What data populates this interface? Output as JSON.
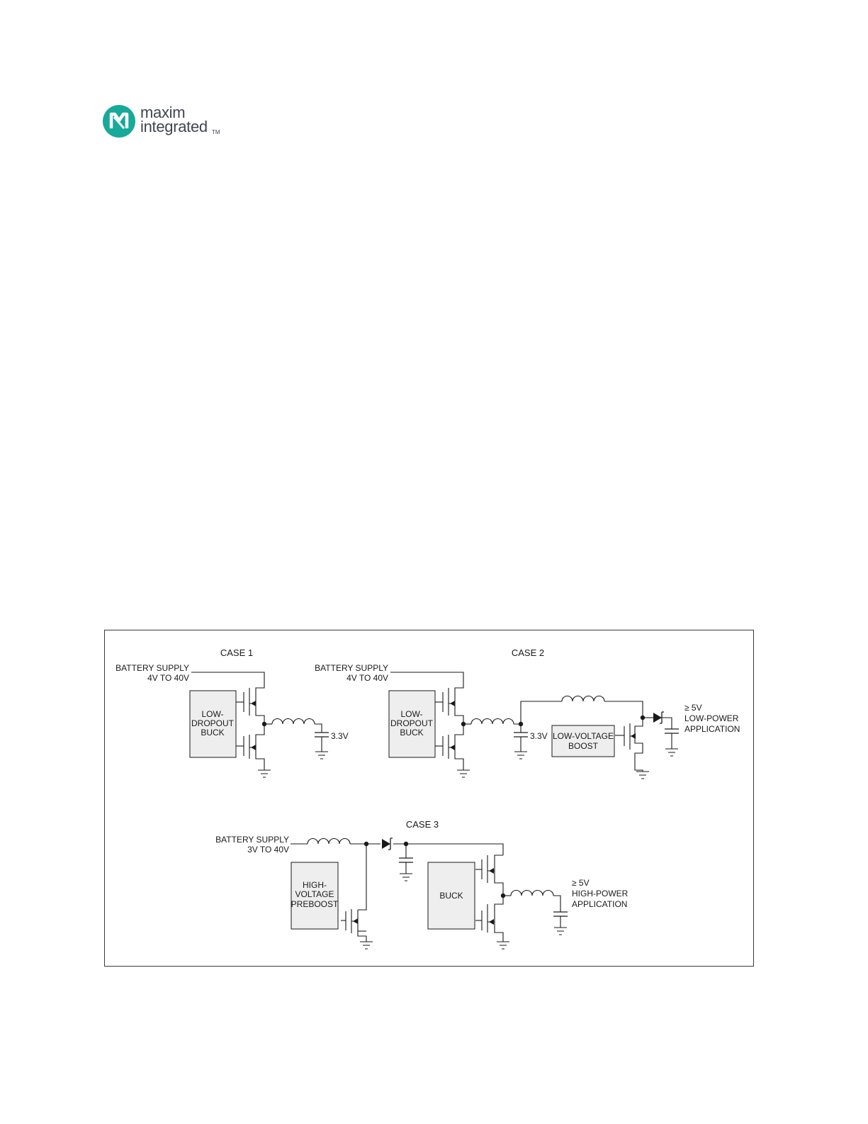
{
  "logo": {
    "line1": "maxim",
    "line2": "integrated",
    "tm": "TM",
    "brand_color": "#17a99a",
    "mark_icon": "maxim-logo-mark"
  },
  "colors": {
    "block_fill": "#eeeeee",
    "line": "#1a1a1a",
    "border": "#3a3a3a"
  },
  "diagram": {
    "case1": {
      "title": "CASE 1",
      "supply_line1": "BATTERY SUPPLY",
      "supply_line2": "4V TO 40V",
      "block": [
        "LOW-",
        "DROPOUT",
        "BUCK"
      ],
      "output": "3.3V"
    },
    "case2": {
      "title": "CASE 2",
      "supply_line1": "BATTERY SUPPLY",
      "supply_line2": "4V TO 40V",
      "block": [
        "LOW-",
        "DROPOUT",
        "BUCK"
      ],
      "output": "3.3V",
      "boost_block": [
        "LOW-VOLTAGE",
        "BOOST"
      ],
      "app": [
        "≥ 5V",
        "LOW-POWER",
        "APPLICATION"
      ]
    },
    "case3": {
      "title": "CASE 3",
      "supply_line1": "BATTERY SUPPLY",
      "supply_line2": "3V TO 40V",
      "preboost_block": [
        "HIGH-",
        "VOLTAGE",
        "PREBOOST"
      ],
      "buck_block": "BUCK",
      "app": [
        "≥ 5V",
        "HIGH-POWER",
        "APPLICATION"
      ]
    }
  }
}
